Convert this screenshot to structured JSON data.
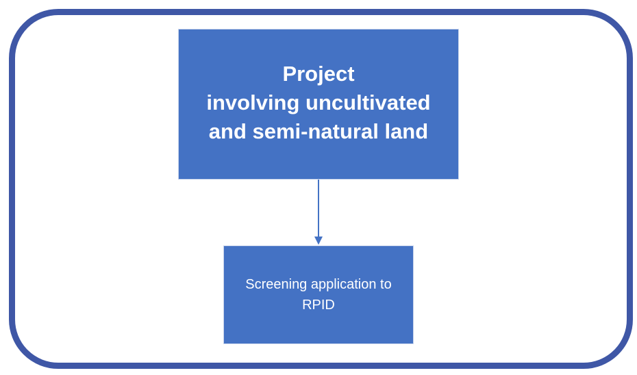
{
  "diagram": {
    "nodes": [
      {
        "id": "project",
        "label": "Project\ninvolving uncultivated\nand semi-natural land"
      },
      {
        "id": "screening",
        "label": "Screening application to\nRPID"
      }
    ],
    "edges": [
      {
        "from": "project",
        "to": "screening"
      }
    ]
  },
  "colors": {
    "frame_border": "#3f57a6",
    "box_fill": "#4472c4",
    "arrow": "#4472c4",
    "text": "#ffffff"
  }
}
